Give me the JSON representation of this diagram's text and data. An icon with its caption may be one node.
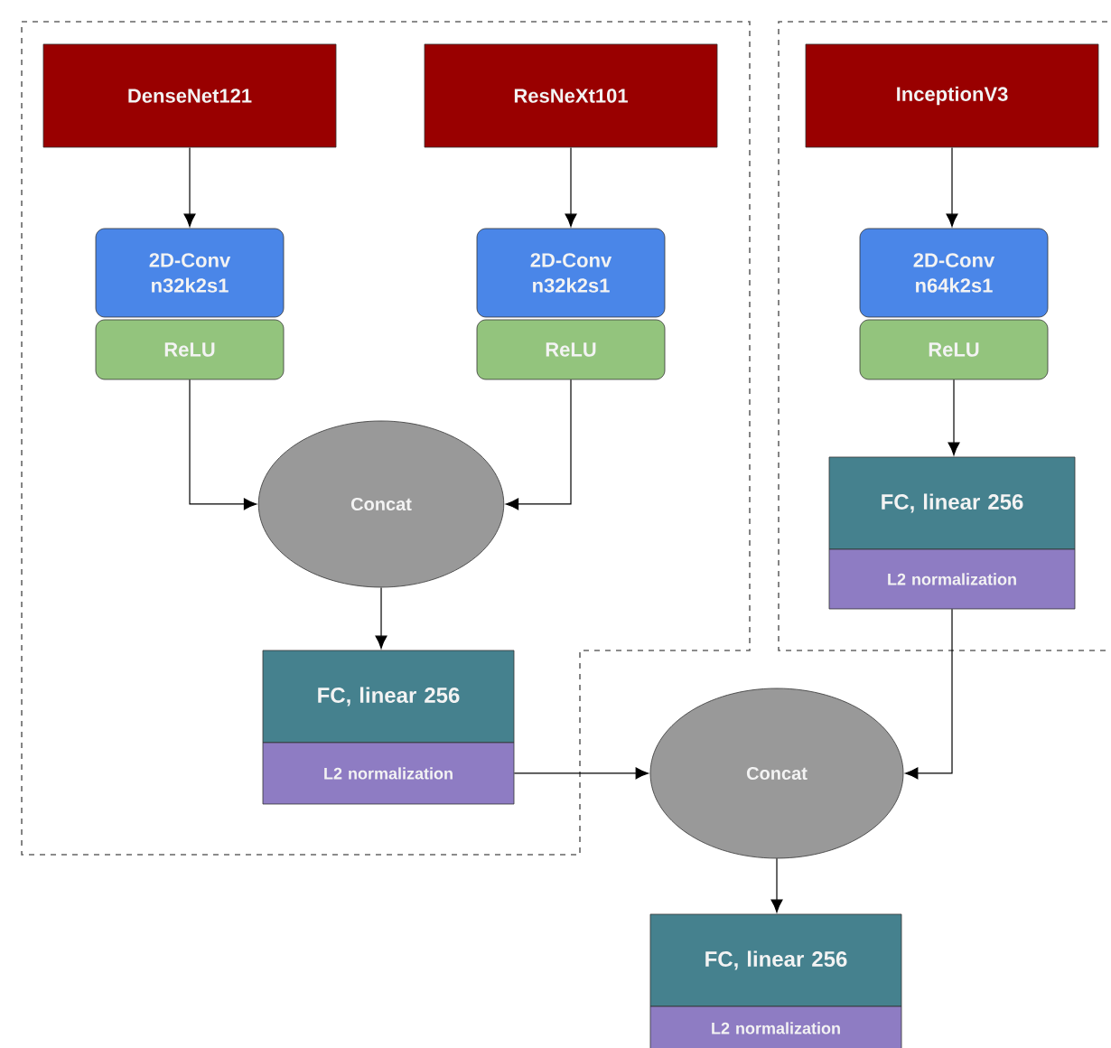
{
  "diagram": {
    "nodes": [
      {
        "text": [],
        "shape": "box"
      },
      {
        "text": [
          "DenseNet121"
        ],
        "in": 0
      },
      {
        "text": [
          "ResNeXt101"
        ],
        "in": 0
      },
      {
        "text": [
          "2D-Conv n32k2s1"
        ],
        "in": 0
      },
      {
        "text": [
          "ReLU"
        ],
        "in": 0
      },
      {
        "text": [
          "2D-Conv n32k2s1"
        ],
        "in": 0
      },
      {
        "text": [
          "ReLU"
        ],
        "in": 0
      },
      {
        "text": [
          "Concat"
        ],
        "in": 0
      },
      {
        "text": [
          "FC, linear 256"
        ],
        "in": 0
      },
      {
        "text": [
          "L2 normalization"
        ],
        "in": 0
      },
      {
        "text": [],
        "shape": "box"
      },
      {
        "text": [
          "InceptionV3"
        ],
        "in": 10
      },
      {
        "text": [
          "2D-Conv n64k2s1"
        ],
        "in": 10
      },
      {
        "text": [
          "ReLU"
        ],
        "in": 10
      },
      {
        "text": [
          "FC, linear 256"
        ],
        "in": 10
      },
      {
        "text": [
          "L2 normalization"
        ],
        "in": 10
      },
      {
        "text": [
          "Concat"
        ]
      },
      {
        "text": [
          "FC, linear 256"
        ]
      },
      {
        "text": [
          "L2 normalization"
        ]
      }
    ],
    "edges": [
      {
        "from": 1,
        "to": 3,
        "arrow": "to"
      },
      {
        "from": 2,
        "to": 5,
        "arrow": "to"
      },
      {
        "from": 4,
        "to": 7,
        "arrow": "to"
      },
      {
        "from": 6,
        "to": 7,
        "arrow": "to"
      },
      {
        "from": 7,
        "to": 8,
        "arrow": "to"
      },
      {
        "from": 11,
        "to": 12,
        "arrow": "to"
      },
      {
        "from": 13,
        "to": 14,
        "arrow": "to"
      },
      {
        "from": 9,
        "to": 16,
        "arrow": "to"
      },
      {
        "from": 15,
        "to": 16,
        "arrow": "to"
      },
      {
        "from": 16,
        "to": 17,
        "arrow": "to"
      }
    ]
  }
}
